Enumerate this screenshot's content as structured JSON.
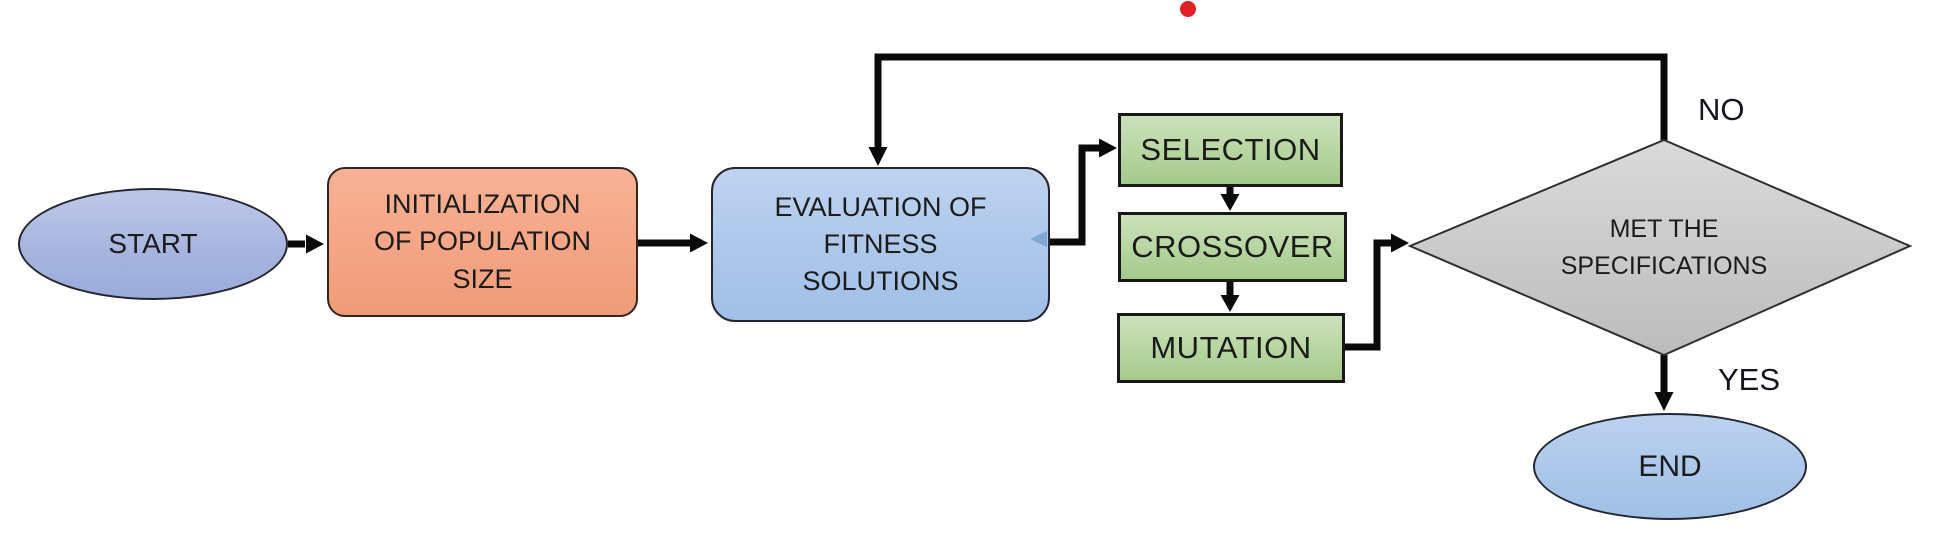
{
  "figure": {
    "background_color": "#ffffff",
    "line_color": "#0a0a0a",
    "text_color": "#1b1b1b",
    "annotation_dot_color": "#e02027",
    "stray_arrowhead_color": "#7fa7d1"
  },
  "nodes": {
    "start": {
      "label": "START",
      "shape": "ellipse",
      "fill_top": "#bdc8e8",
      "fill_bottom": "#9aaada"
    },
    "init": {
      "lines": [
        "INITIALIZATION",
        "OF POPULATION",
        "SIZE"
      ],
      "shape": "rounded-rect",
      "fill_top": "#f8b296",
      "fill_bottom": "#ef9b78"
    },
    "eval": {
      "lines": [
        "EVALUATION OF",
        "FITNESS",
        "SOLUTIONS"
      ],
      "shape": "rounded-rect",
      "fill_top": "#bed3f0",
      "fill_bottom": "#a2bfe6"
    },
    "selection": {
      "label": "SELECTION",
      "shape": "rect",
      "fill_top": "#cce0bb",
      "fill_bottom": "#a5c98b"
    },
    "crossover": {
      "label": "CROSSOVER",
      "shape": "rect",
      "fill_top": "#cce0bb",
      "fill_bottom": "#a5c98b"
    },
    "mutation": {
      "label": "MUTATION",
      "shape": "rect",
      "fill_top": "#cce0bb",
      "fill_bottom": "#a5c98b"
    },
    "decision": {
      "lines": [
        "MET THE",
        "SPECIFICATIONS"
      ],
      "shape": "diamond",
      "fill_top": "#d9d9d9",
      "fill_bottom": "#bcbcbc"
    },
    "end": {
      "label": "END",
      "shape": "ellipse",
      "fill_top": "#bcd2ef",
      "fill_bottom": "#a0bfe6"
    }
  },
  "edge_labels": {
    "no": "NO",
    "yes": "YES"
  }
}
